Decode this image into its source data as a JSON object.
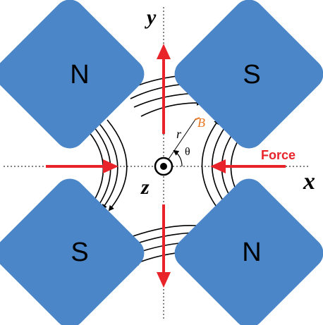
{
  "colors": {
    "magnet": "#4a86c8",
    "force": "#e8232a",
    "field_line": "#000000",
    "b_field": "#e87722"
  },
  "magnets": {
    "top_left": "N",
    "top_right": "S",
    "bottom_left": "S",
    "bottom_right": "N"
  },
  "axes": {
    "x": "x",
    "y": "y",
    "z": "z"
  },
  "annotations": {
    "radius": "r",
    "angle": "θ",
    "field": "B",
    "force": "Force"
  }
}
